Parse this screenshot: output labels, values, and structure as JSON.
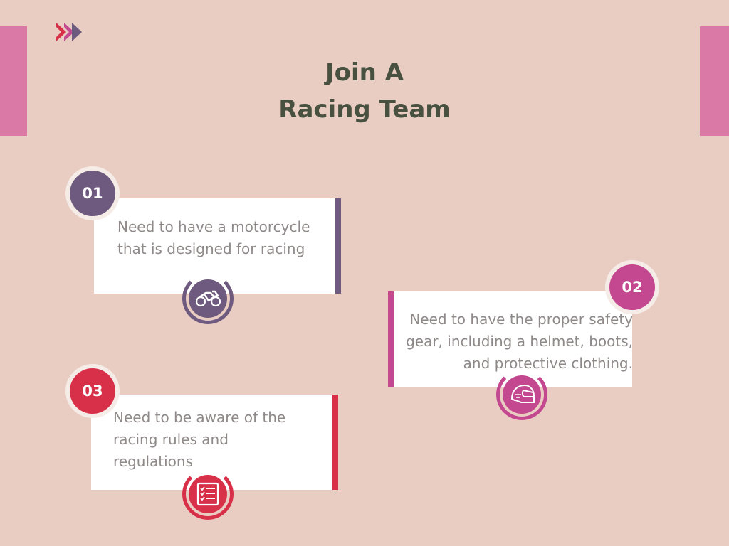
{
  "title": {
    "line1": "Join A",
    "line2": "Racing Team"
  },
  "colors": {
    "background": "#e9cdc2",
    "pink_bar": "#da79a6",
    "step1": "#6e5a7e",
    "step2": "#c4488f",
    "step3": "#d9304a",
    "title": "#48503f",
    "body_text": "#8f8a89"
  },
  "steps": [
    {
      "number": "01",
      "text": "Need to have a motorcycle that is designed for racing",
      "icon": "motorcycle-icon"
    },
    {
      "number": "02",
      "text": "Need to have the proper safety gear, including a helmet, boots, and protective clothing.",
      "icon": "helmet-icon"
    },
    {
      "number": "03",
      "text": "Need to be aware of the racing rules and regulations",
      "icon": "checklist-icon"
    }
  ]
}
